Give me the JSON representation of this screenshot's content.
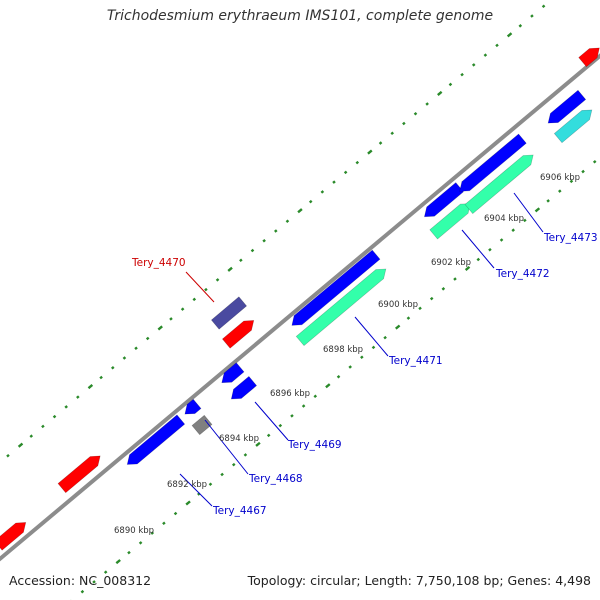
{
  "title": "Trichodesmium erythraeum IMS101, complete genome",
  "footer": {
    "accession": "Accession: NC_008312",
    "summary": "Topology: circular; Length: 7,750,108 bp; Genes: 4,498"
  },
  "colors": {
    "backbone": "#8c8c8c",
    "tick": "#2a8a2a",
    "forward_gene": "#ff0000",
    "reverse_gene": "#0000ff",
    "cds": "#33ffaa",
    "rna": "#33dddd",
    "selected": "#4a4aa0",
    "pseudo": "#808080",
    "gene_label": "#0000cc",
    "highlight_label": "#cc0000",
    "kbp_label": "#333333"
  },
  "kbp_labels": [
    "6890 kbp",
    "6892 kbp",
    "6894 kbp",
    "6896 kbp",
    "6898 kbp",
    "6900 kbp",
    "6902 kbp",
    "6904 kbp",
    "6906 kbp"
  ],
  "gene_labels": [
    {
      "text": "Tery_4467",
      "highlight": false
    },
    {
      "text": "Tery_4468",
      "highlight": false
    },
    {
      "text": "Tery_4469",
      "highlight": false
    },
    {
      "text": "Tery_4470",
      "highlight": true
    },
    {
      "text": "Tery_4471",
      "highlight": false
    },
    {
      "text": "Tery_4472",
      "highlight": false
    },
    {
      "text": "Tery_4473",
      "highlight": false
    }
  ]
}
